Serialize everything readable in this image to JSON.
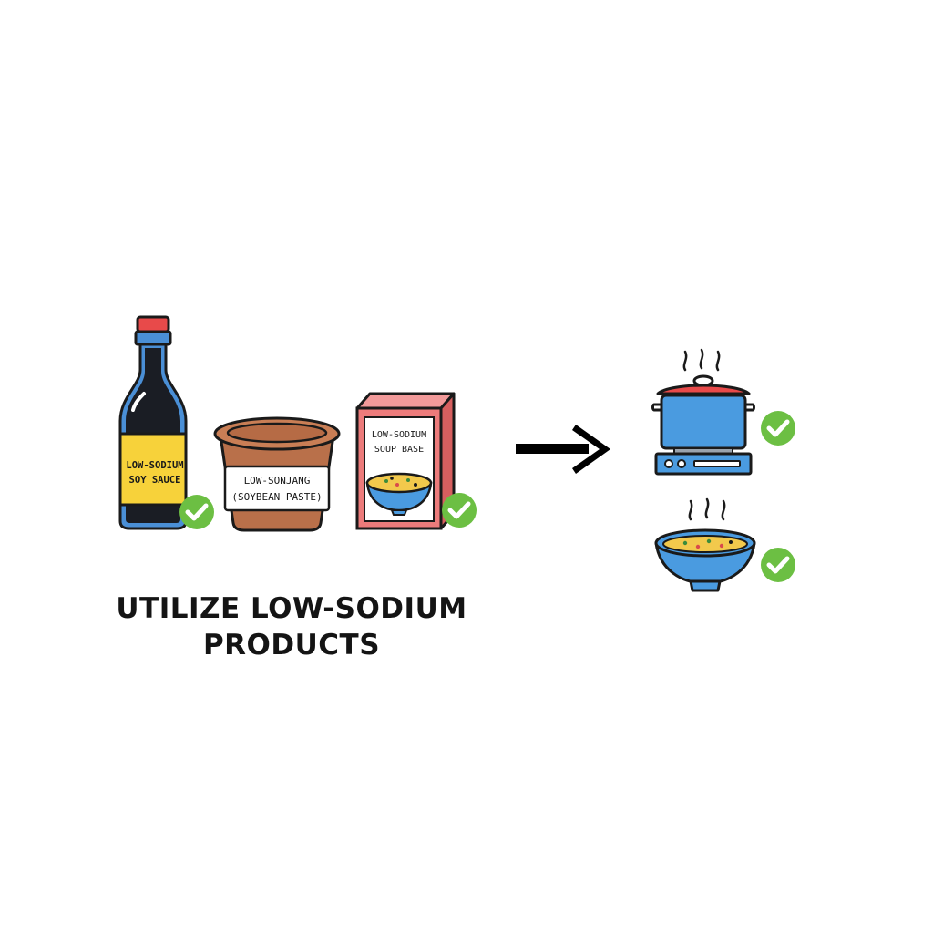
{
  "products": {
    "soy_sauce": {
      "label_line1": "LOW-SODIUM",
      "label_line2": "SOY SAUCE"
    },
    "soybean_paste": {
      "label_line1": "LOW-SONJANG",
      "label_line2": "(SOYBEAN PASTE)"
    },
    "soup_base": {
      "label_line1": "LOW-SODIUM",
      "label_line2": "SOUP BASE"
    }
  },
  "caption": {
    "line1": "UTILIZE LOW-SODIUM",
    "line2": "PRODUCTS"
  },
  "colors": {
    "check_green": "#6cbf43",
    "bottle_dark": "#1a1d24",
    "bottle_blue": "#4a8fd6",
    "label_yellow": "#f7d23a",
    "cap_red": "#e84a4a",
    "tub_brown": "#b9704a",
    "box_red": "#ec7b7b",
    "bowl_blue": "#4a9be0",
    "soup_yellow": "#f2c94c",
    "arrow": "#000000"
  },
  "icons": [
    "soy-sauce-bottle-icon",
    "soybean-paste-tub-icon",
    "soup-base-box-icon",
    "arrow-right-icon",
    "pot-on-stove-icon",
    "soup-bowl-icon",
    "checkmark-icon"
  ]
}
